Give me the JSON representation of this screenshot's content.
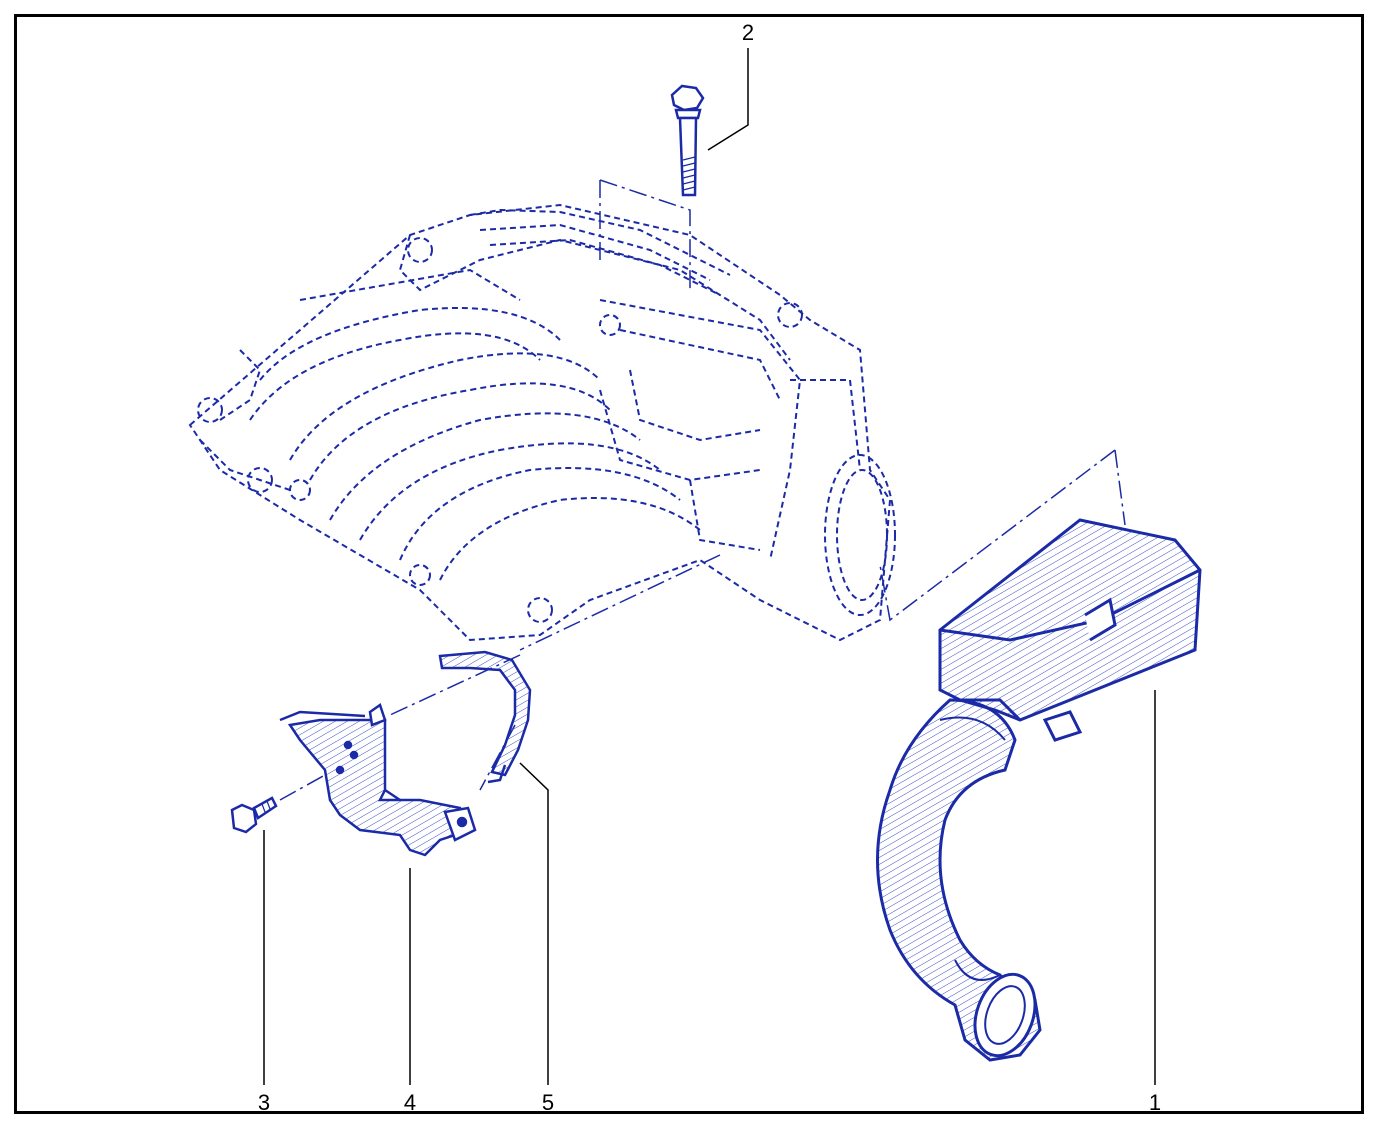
{
  "diagram": {
    "callouts": [
      {
        "id": "1",
        "label": "1",
        "part": "air-intake-duct"
      },
      {
        "id": "2",
        "label": "2",
        "part": "bolt-long"
      },
      {
        "id": "3",
        "label": "3",
        "part": "bolt-short"
      },
      {
        "id": "4",
        "label": "4",
        "part": "bracket"
      },
      {
        "id": "5",
        "label": "5",
        "part": "strap"
      }
    ],
    "colors": {
      "line": "#1b2aa6",
      "leader": "#000000",
      "frame": "#000000",
      "hatch": "#3b4fc4"
    }
  }
}
